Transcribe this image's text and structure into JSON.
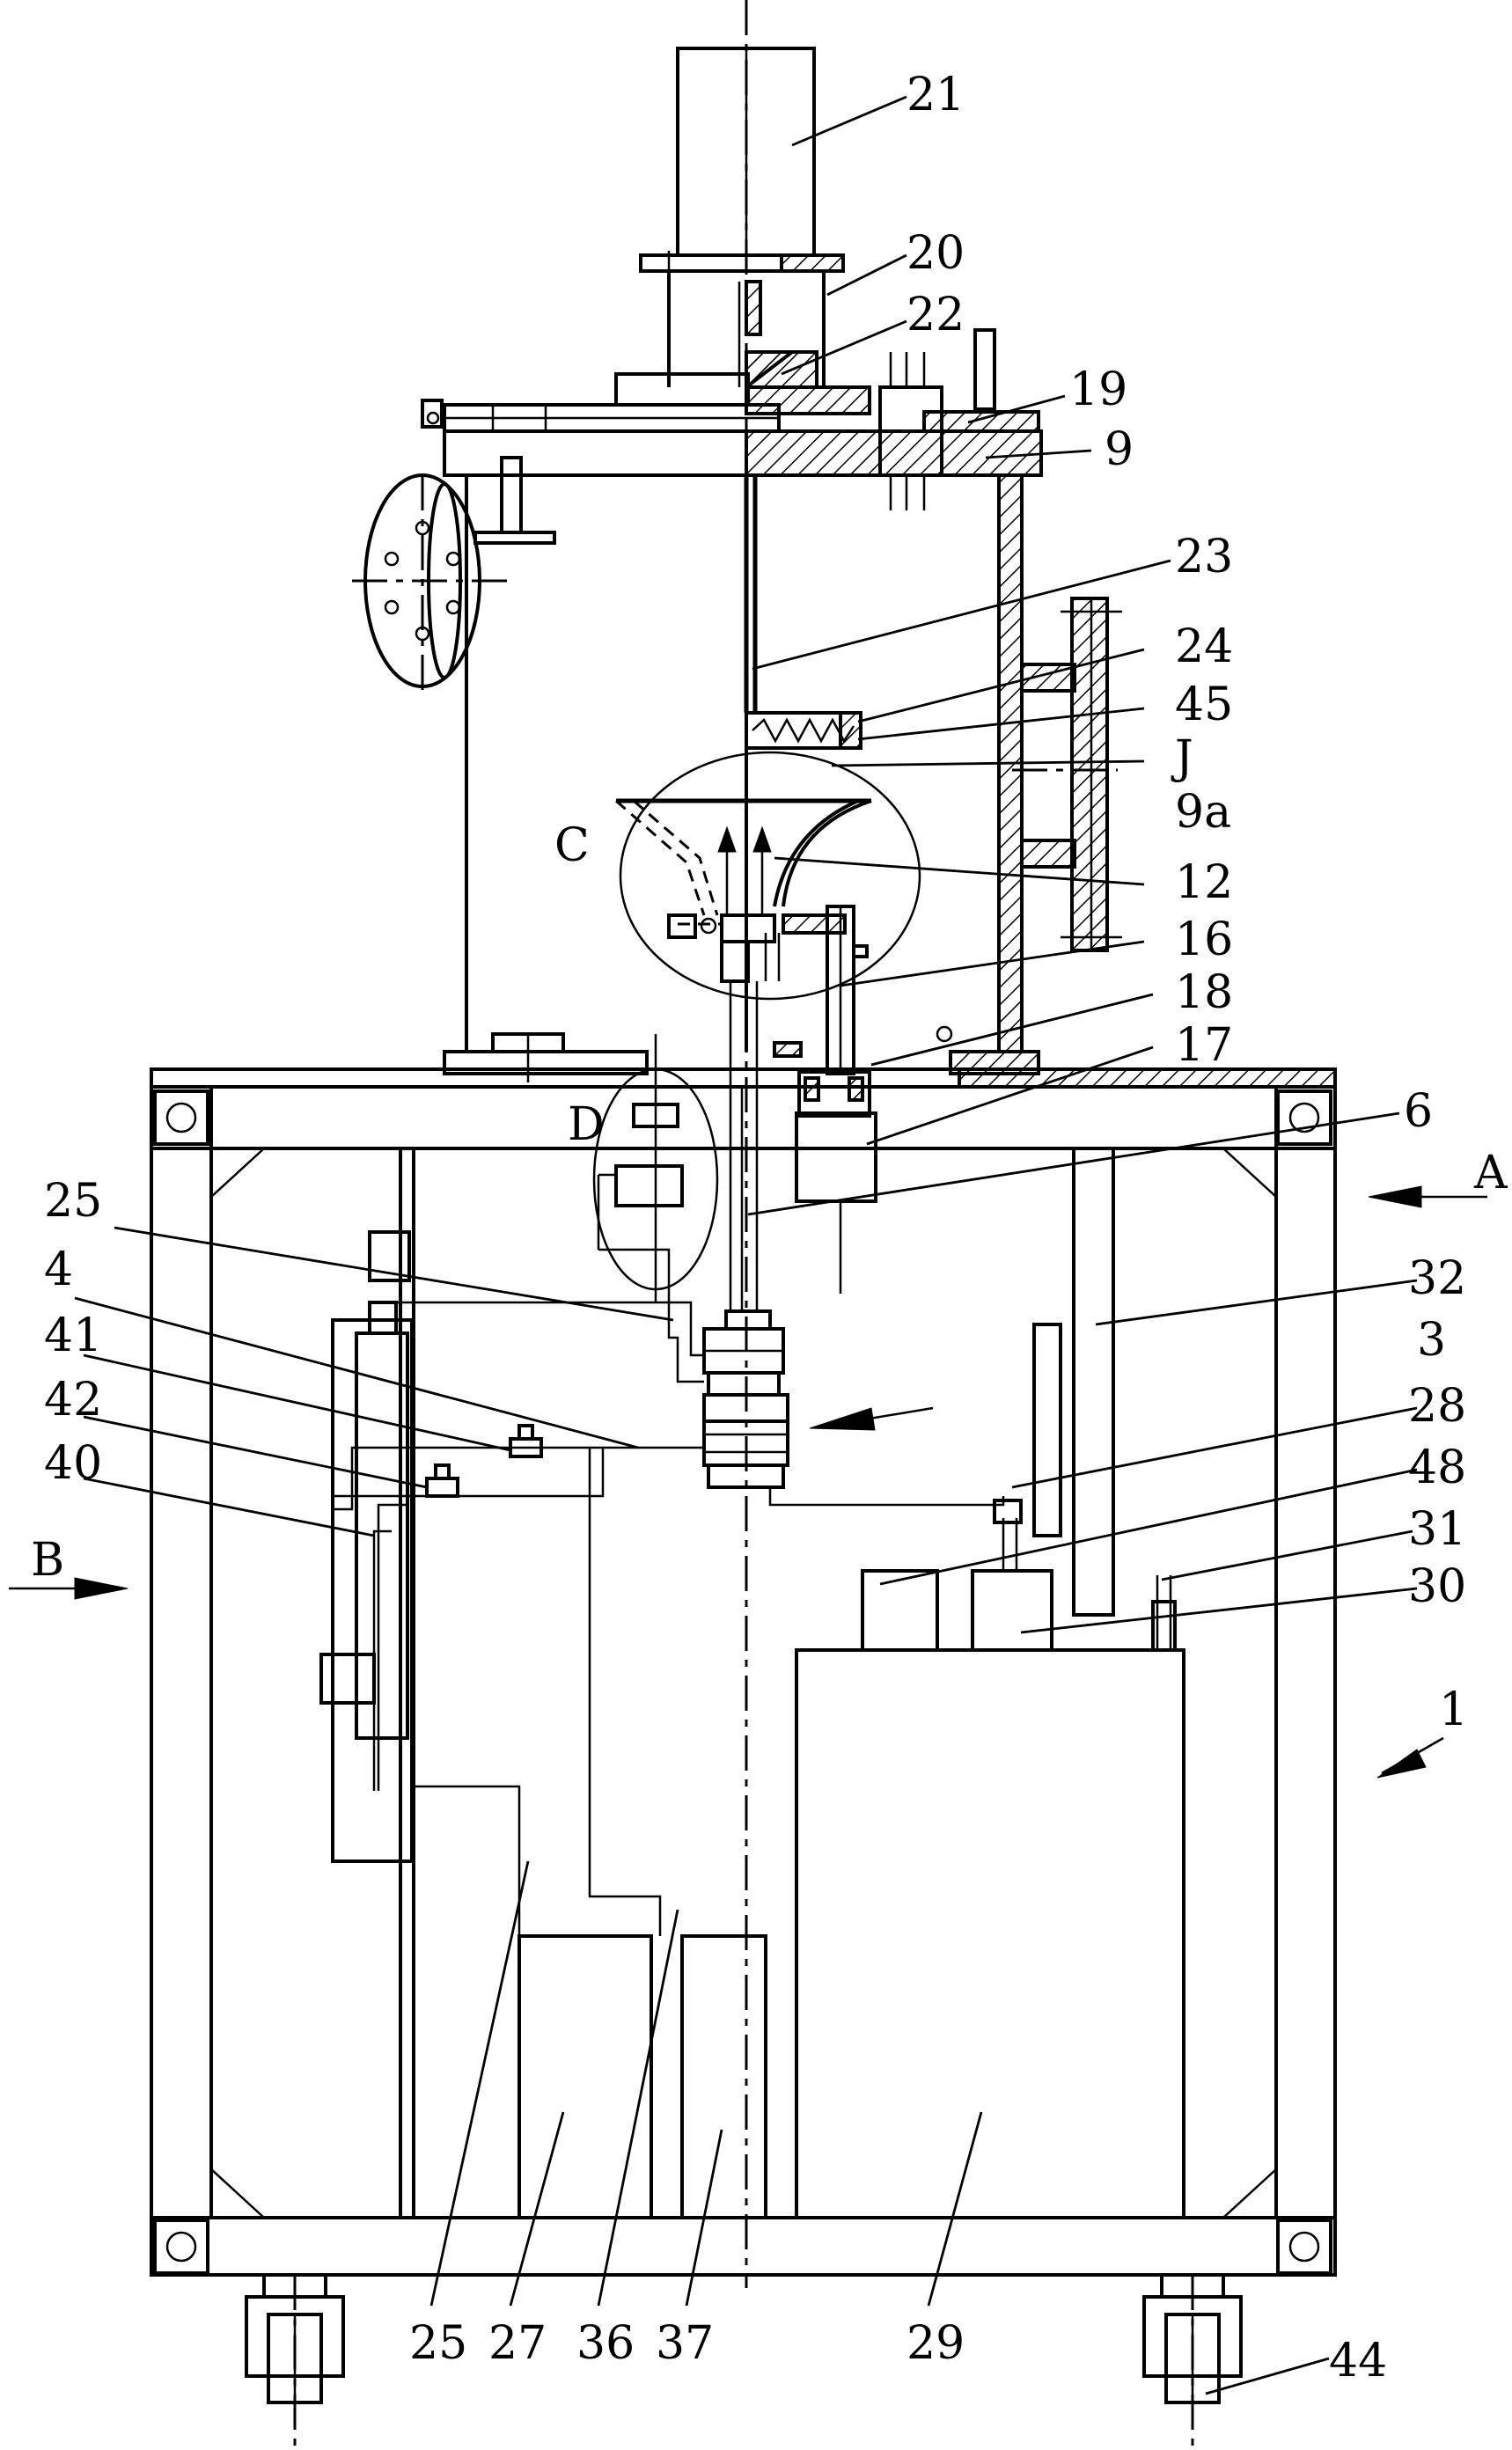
{
  "labels": [
    {
      "id": "l21",
      "text": "21"
    },
    {
      "id": "l20",
      "text": "20"
    },
    {
      "id": "l22",
      "text": "22"
    },
    {
      "id": "l19",
      "text": "19"
    },
    {
      "id": "l9",
      "text": "9"
    },
    {
      "id": "l23",
      "text": "23"
    },
    {
      "id": "l24",
      "text": "24"
    },
    {
      "id": "l45",
      "text": "45"
    },
    {
      "id": "lJ",
      "text": "J"
    },
    {
      "id": "l9a",
      "text": "9a"
    },
    {
      "id": "lC",
      "text": "C"
    },
    {
      "id": "l12",
      "text": "12"
    },
    {
      "id": "l16",
      "text": "16"
    },
    {
      "id": "l18",
      "text": "18"
    },
    {
      "id": "l17",
      "text": "17"
    },
    {
      "id": "lD",
      "text": "D"
    },
    {
      "id": "l6",
      "text": "6"
    },
    {
      "id": "lA",
      "text": "A"
    },
    {
      "id": "l25a",
      "text": "25"
    },
    {
      "id": "l32",
      "text": "32"
    },
    {
      "id": "l4",
      "text": "4"
    },
    {
      "id": "l3",
      "text": "3"
    },
    {
      "id": "l41",
      "text": "41"
    },
    {
      "id": "l28",
      "text": "28"
    },
    {
      "id": "l42",
      "text": "42"
    },
    {
      "id": "l48",
      "text": "48"
    },
    {
      "id": "l40",
      "text": "40"
    },
    {
      "id": "l31",
      "text": "31"
    },
    {
      "id": "lB",
      "text": "B"
    },
    {
      "id": "l30",
      "text": "30"
    },
    {
      "id": "l1",
      "text": "1"
    },
    {
      "id": "l25b",
      "text": "25"
    },
    {
      "id": "l27",
      "text": "27"
    },
    {
      "id": "l36",
      "text": "36"
    },
    {
      "id": "l37",
      "text": "37"
    },
    {
      "id": "l29",
      "text": "29"
    },
    {
      "id": "l44",
      "text": "44"
    }
  ]
}
